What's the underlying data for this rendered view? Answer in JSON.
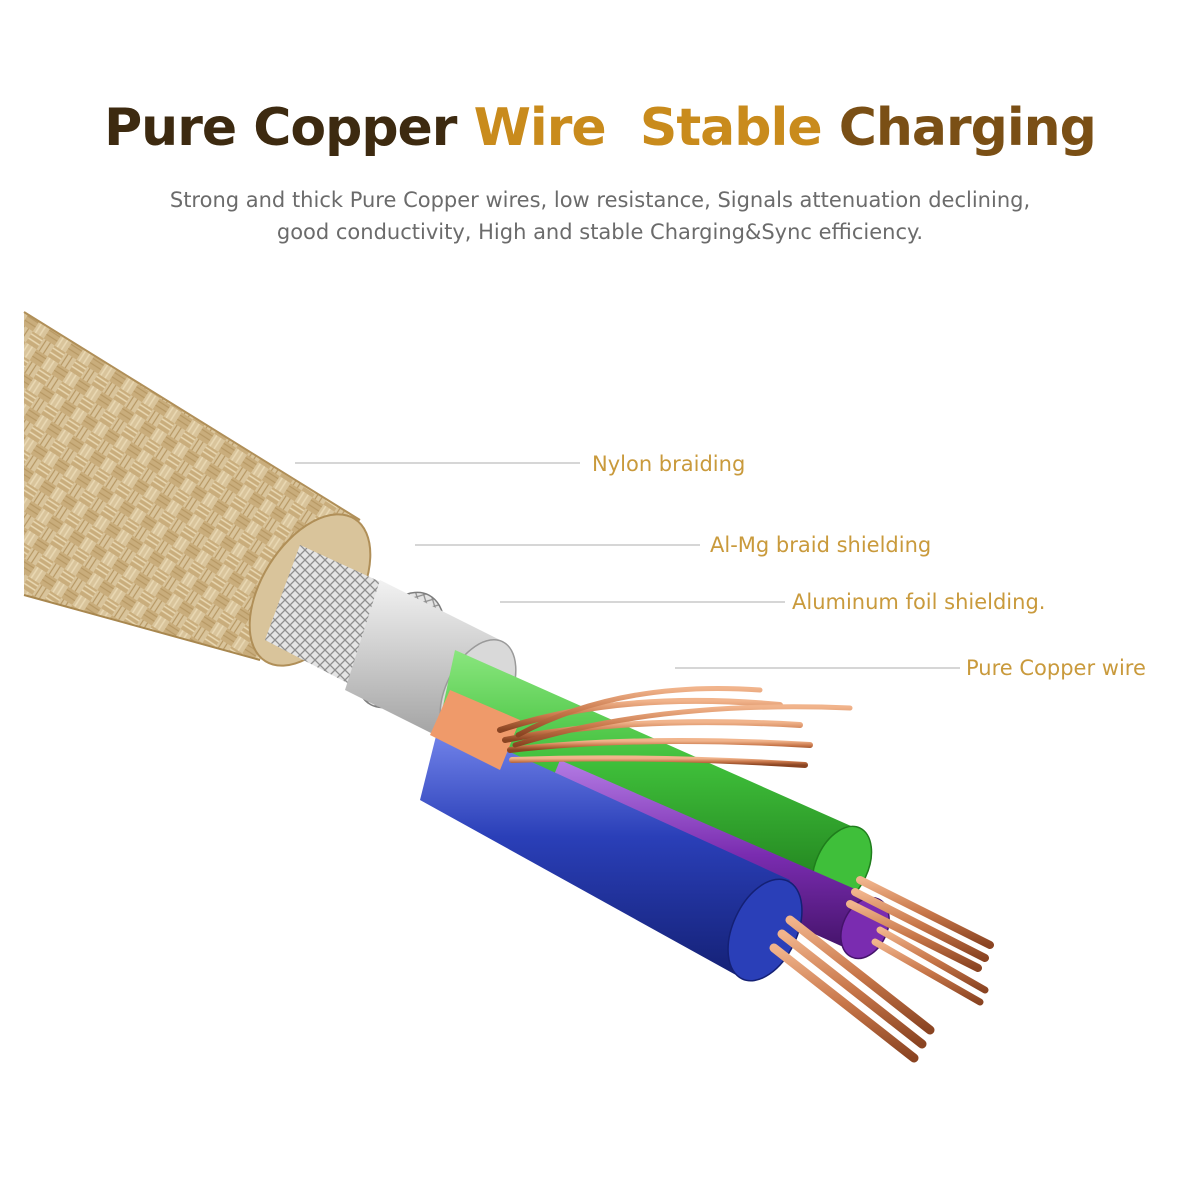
{
  "headline": {
    "part1": "Pure Copper ",
    "part2": "Wire",
    "part3": "Stable ",
    "part4": "Charging"
  },
  "subtitle": {
    "line1": "Strong and thick Pure Copper wires, low resistance, Signals attenuation declining,",
    "line2": "good conductivity, High and stable Charging&Sync efficiency."
  },
  "callouts": [
    {
      "label": "Nylon braiding"
    },
    {
      "label": "Al-Mg braid shielding"
    },
    {
      "label": "Aluminum foil shielding."
    },
    {
      "label": "Pure Copper wire"
    }
  ],
  "colors": {
    "headline_dark": "#3d2a10",
    "headline_gold": "#c98b1c",
    "callout_text": "#c99a3c",
    "braid": "#d8c49a",
    "copper": "#c8774a",
    "green_wire": "#3fbf3a",
    "blue_wire": "#2a3fb8",
    "purple_wire": "#7a2cb0"
  }
}
